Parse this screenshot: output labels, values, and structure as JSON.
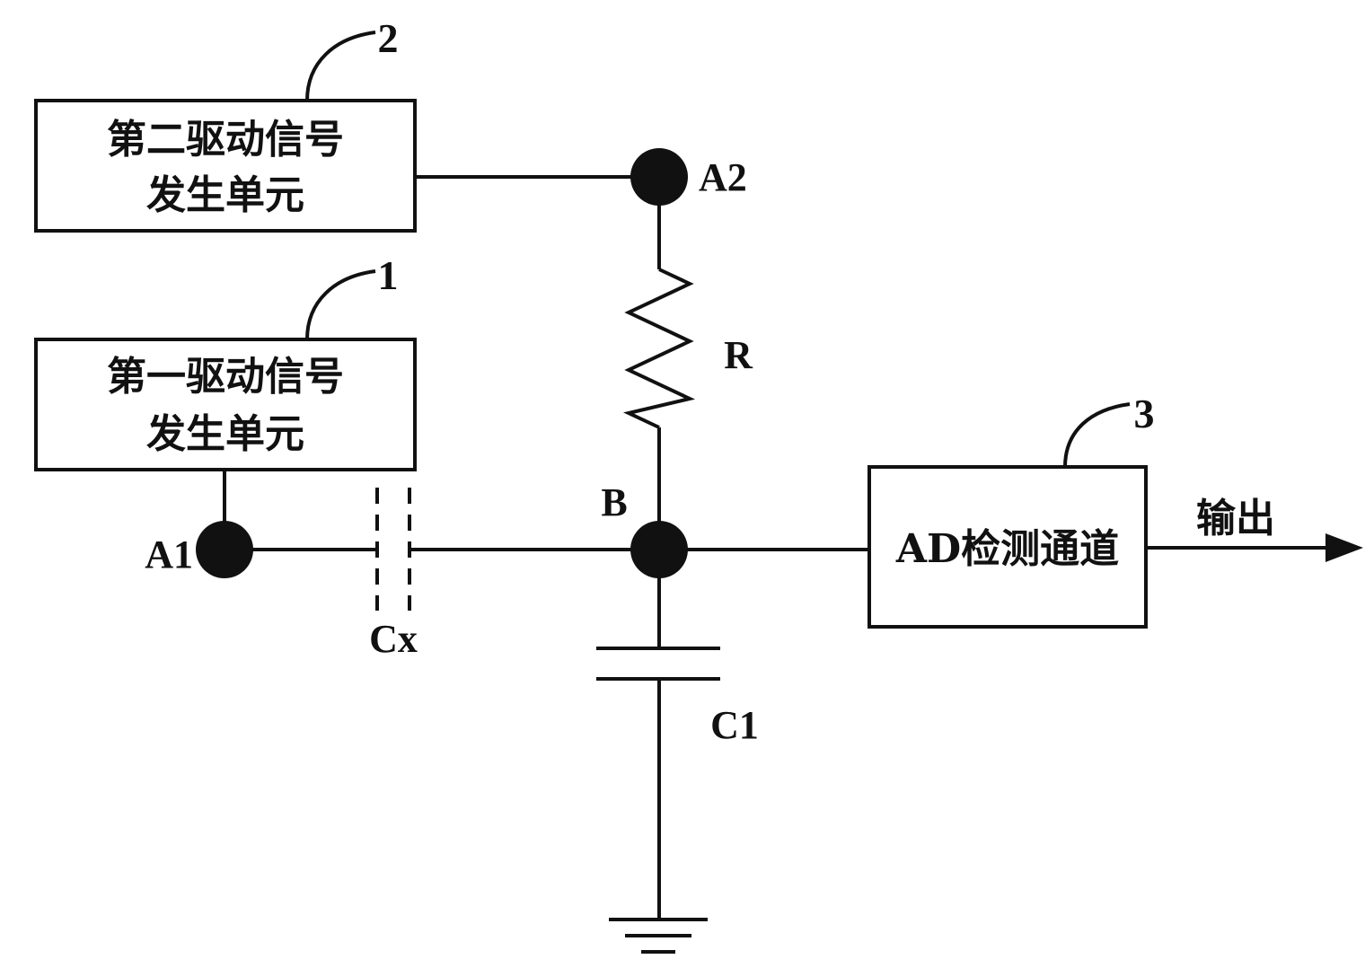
{
  "blocks": {
    "second_driver": {
      "line1": "第二驱动信号",
      "line2": "发生单元",
      "ref": "2"
    },
    "first_driver": {
      "line1": "第一驱动信号",
      "line2": "发生单元",
      "ref": "1"
    },
    "ad_channel": {
      "label": "AD检测通道",
      "ref": "3"
    }
  },
  "nodes": {
    "a1": "A1",
    "a2": "A2",
    "b": "B"
  },
  "components": {
    "resistor": "R",
    "sense_capacitor": "Cx",
    "capacitor": "C1"
  },
  "output_label": "输出"
}
